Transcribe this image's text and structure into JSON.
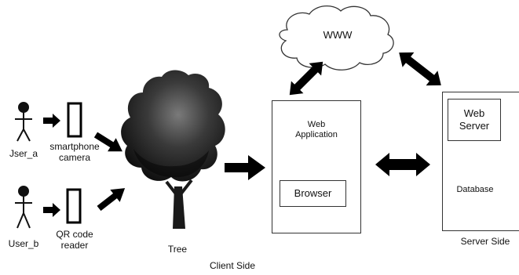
{
  "users": {
    "user_a": "Jser_a",
    "user_b": "User_b"
  },
  "devices": {
    "camera": [
      "smartphone",
      "camera"
    ],
    "reader": [
      "QR code",
      "reader"
    ]
  },
  "tree_label": "Tree",
  "cloud_label": "WWW",
  "web_application": {
    "line1": "Web",
    "line2": "Application",
    "browser": "Browser"
  },
  "server": {
    "web_server_line1": "Web",
    "web_server_line2": "Server",
    "database": "Database"
  },
  "section_labels": {
    "client_side": "Client Side",
    "server_side": "Server Side"
  }
}
